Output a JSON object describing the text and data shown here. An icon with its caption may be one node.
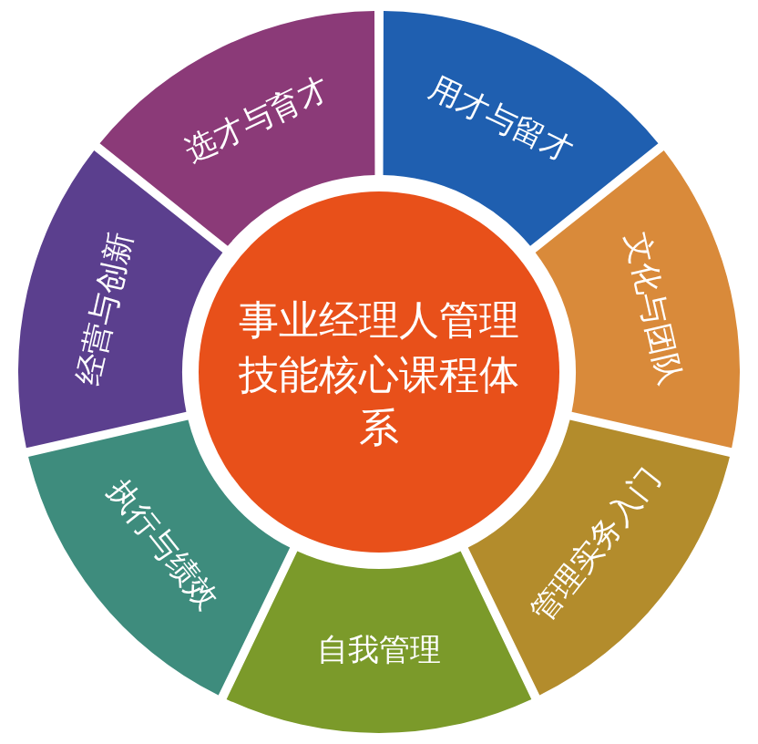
{
  "diagram": {
    "nodes": [
      {
        "text": [
          "事业经理人管理技能核心课程体系"
        ]
      },
      {
        "text": [
          "选才与育才"
        ]
      },
      {
        "text": [
          "用才与留才"
        ]
      },
      {
        "text": [
          "文化与团队"
        ]
      },
      {
        "text": [
          "管理实务入门"
        ]
      },
      {
        "text": [
          "自我管理"
        ]
      },
      {
        "text": [
          "执行与绩效"
        ]
      },
      {
        "text": [
          "经营与创新"
        ]
      }
    ],
    "edges": []
  }
}
